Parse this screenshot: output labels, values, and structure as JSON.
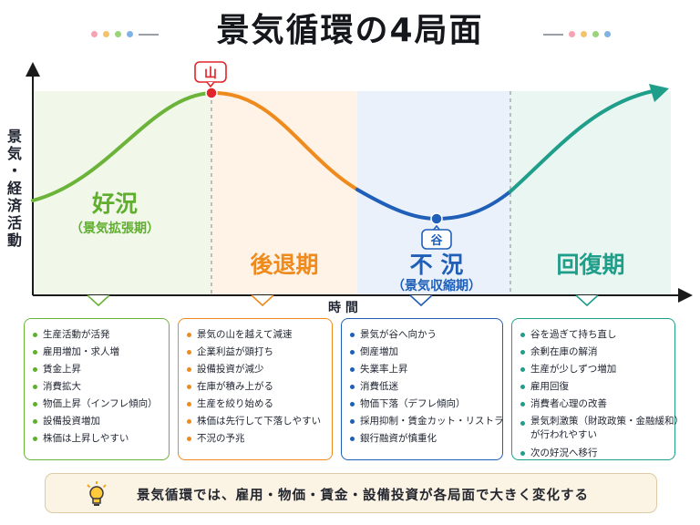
{
  "title": "景気循環の4局面",
  "y_axis_label": [
    "景",
    "気",
    "・",
    "経",
    "済",
    "活",
    "動"
  ],
  "x_axis_label": "時 間",
  "markers": {
    "peak": "山",
    "trough": "谷"
  },
  "phases": [
    {
      "name": "好況",
      "sub": "（景気拡張期）",
      "color": "#5fae2e",
      "items": [
        "生産活動が活発",
        "雇用増加・求人増",
        "賃金上昇",
        "消費拡大",
        "物価上昇（インフレ傾向）",
        "設備投資増加",
        "株価は上昇しやすい"
      ]
    },
    {
      "name": "後退期",
      "sub": "",
      "color": "#ef8a1d",
      "items": [
        "景気の山を越えて減速",
        "企業利益が頭打ち",
        "設備投資が減少",
        "在庫が積み上がる",
        "生産を絞り始める",
        "株価は先行して下落しやすい",
        "不況の予兆"
      ]
    },
    {
      "name": "不 況",
      "sub": "（景気収縮期）",
      "color": "#1f5fb8",
      "items": [
        "景気が谷へ向かう",
        "倒産増加",
        "失業率上昇",
        "消費低迷",
        "物価下落（デフレ傾向）",
        "採用抑制・賃金カット・リストラ",
        "銀行融資が慎重化"
      ]
    },
    {
      "name": "回復期",
      "sub": "",
      "color": "#1f9e8a",
      "items": [
        "谷を過ぎて持ち直し",
        "余剰在庫の解消",
        "生産が少しずつ増加",
        "雇用回復",
        "消費者心理の改善",
        "景気刺激策（財政政策・金融緩和）",
        "が行われやすい",
        "次の好況へ移行"
      ]
    }
  ],
  "footer": {
    "icon": "lightbulb-icon",
    "text": "景気循環では、雇用・物価・賃金・設備投資が各局面で大きく変化する"
  }
}
